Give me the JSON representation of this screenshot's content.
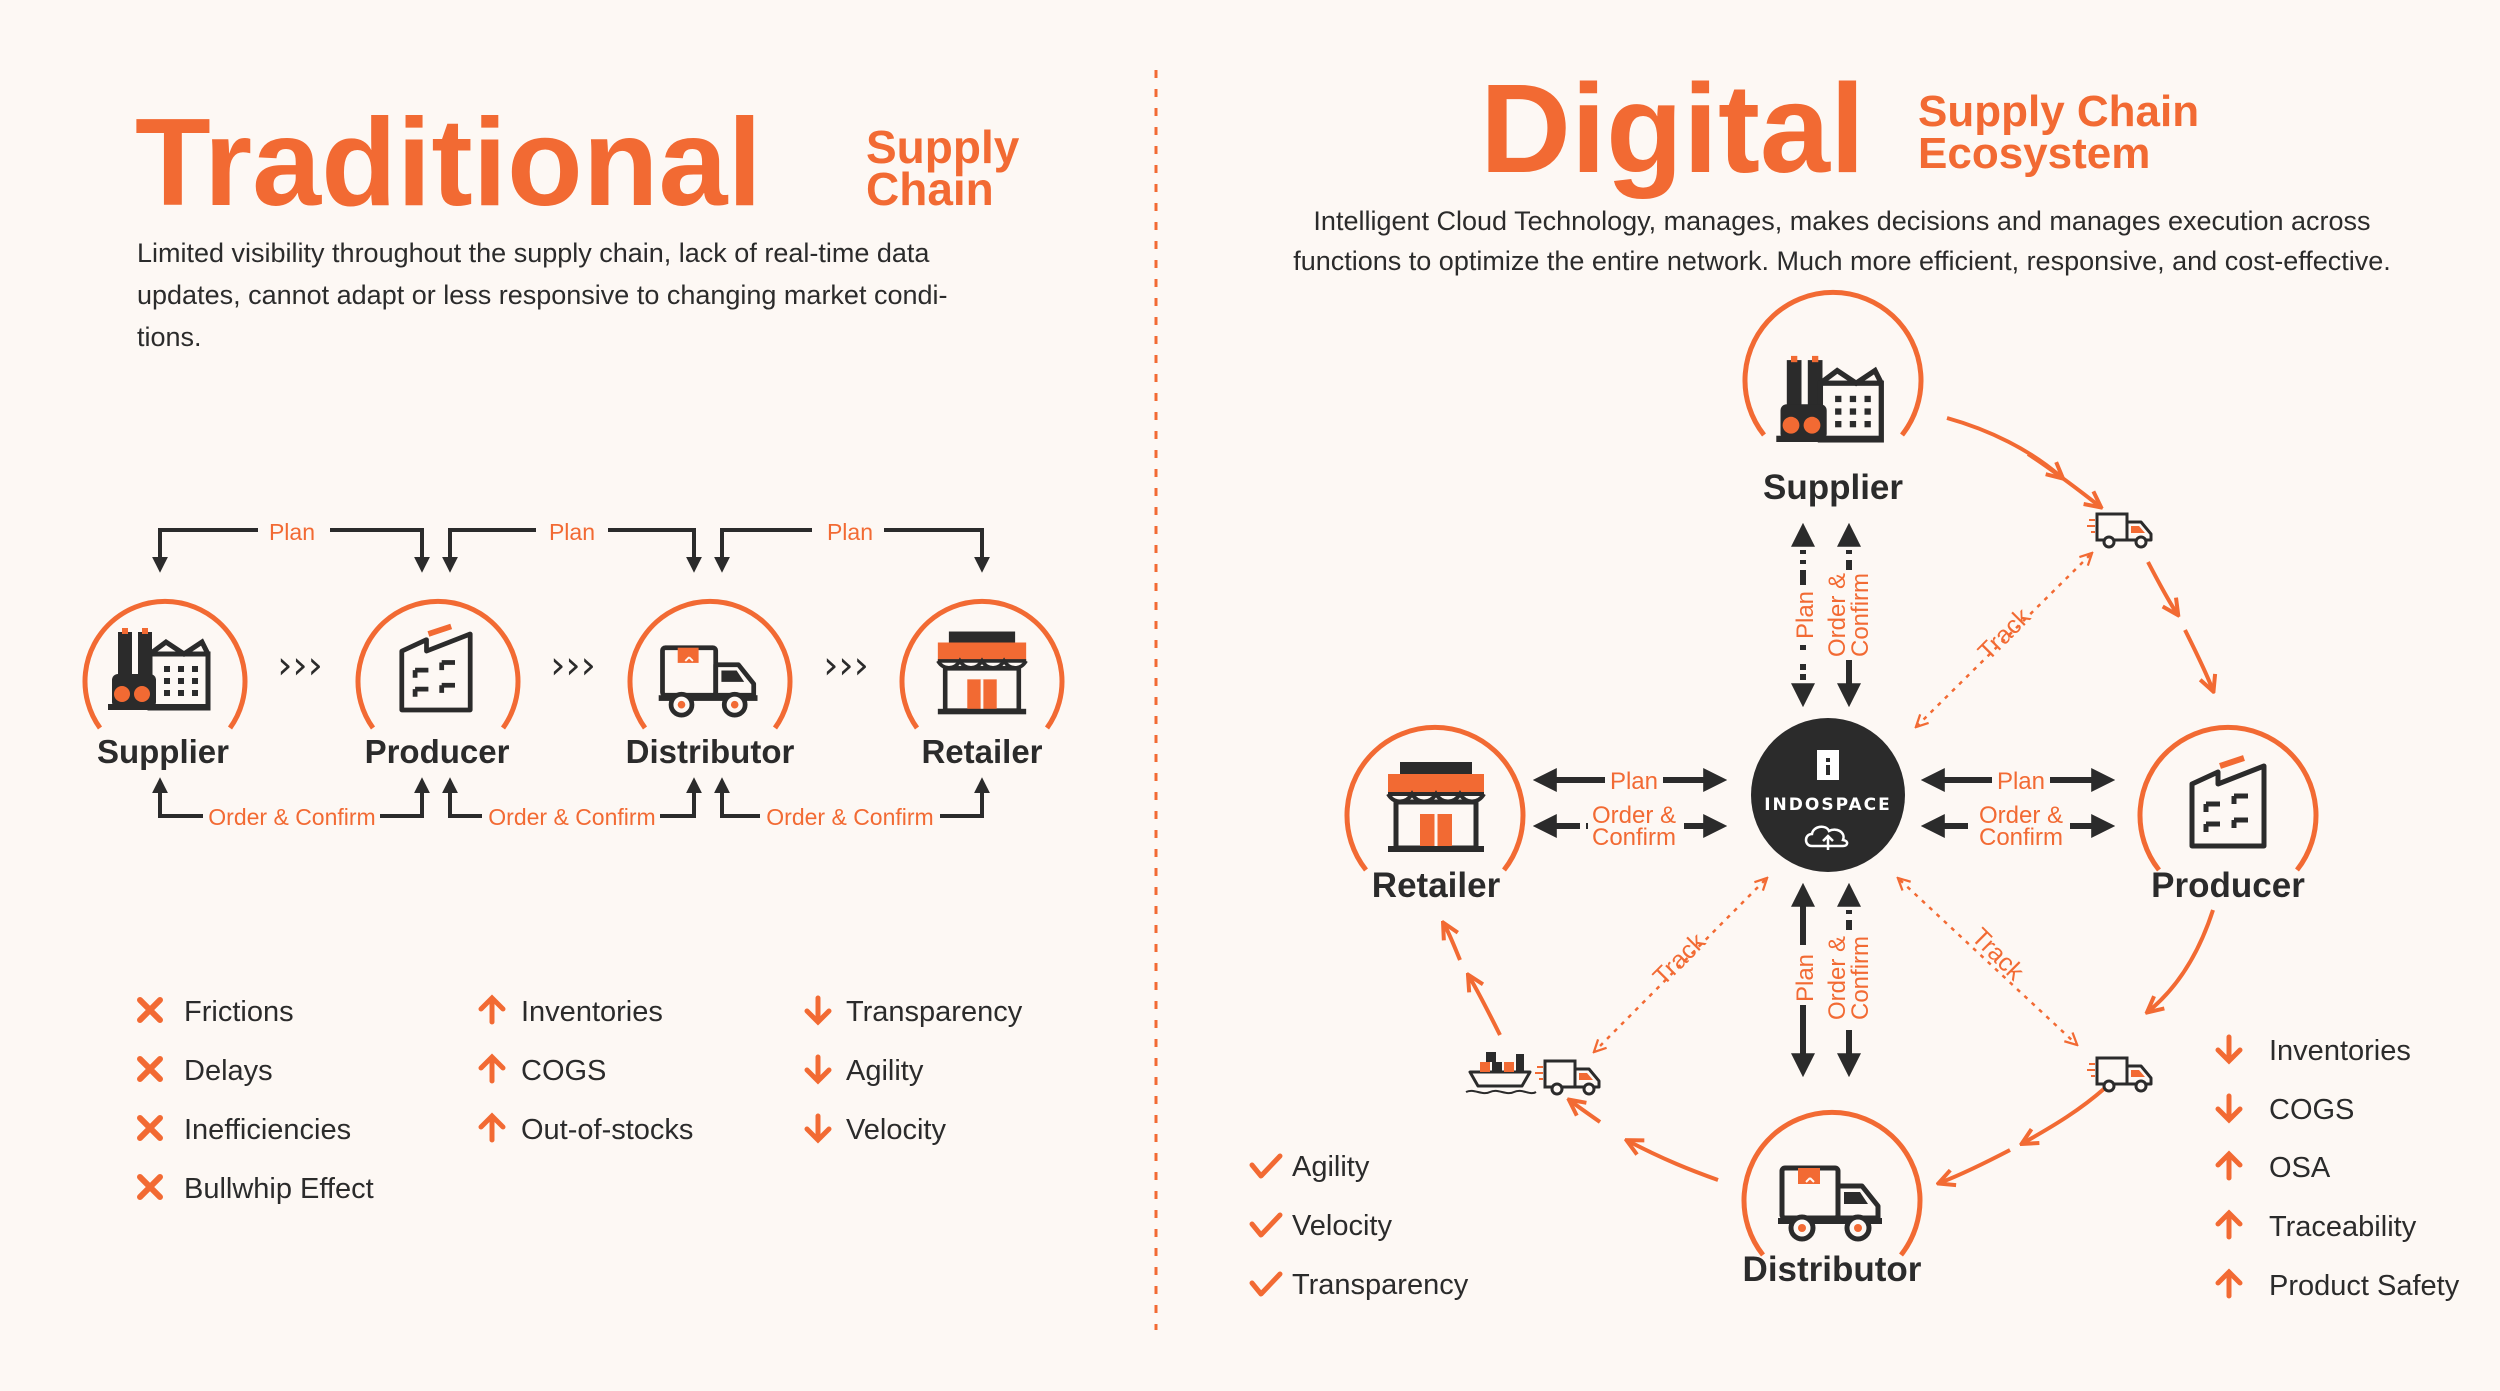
{
  "traditional": {
    "title": "Traditional",
    "subtitle_line1": "Supply",
    "subtitle_line2": "Chain",
    "desc_line1": "Limited visibility throughout the supply chain, lack of real-time data",
    "desc_line2": "updates, cannot adapt or less responsive to changing market condi-",
    "desc_line3": "tions.",
    "nodes": [
      "Supplier",
      "Producer",
      "Distributor",
      "Retailer"
    ],
    "plan_label": "Plan",
    "order_label": "Order & Confirm",
    "flow_symbol": "›››",
    "list_x": [
      "Frictions",
      "Delays",
      "Inefficiencies",
      "Bullwhip Effect"
    ],
    "list_up": [
      "Inventories",
      "COGS",
      "Out-of-stocks"
    ],
    "list_down": [
      "Transparency",
      "Agility",
      "Velocity"
    ]
  },
  "digital": {
    "title": "Digital",
    "subtitle_line1": "Supply Chain",
    "subtitle_line2": "Ecosystem",
    "desc_line1": "Intelligent Cloud Technology, manages, makes decisions and manages execution across",
    "desc_line2": "functions to optimize the entire network. Much more efficient, responsive, and cost-effective.",
    "hub_label": "INDOSPACE",
    "nodes": {
      "supplier": "Supplier",
      "producer": "Producer",
      "distributor": "Distributor",
      "retailer": "Retailer"
    },
    "plan_label": "Plan",
    "order_line1": "Order &",
    "order_line2": "Confirm",
    "track_label": "Track",
    "list_check": [
      "Agility",
      "Velocity",
      "Transparency"
    ],
    "list_down": [
      "Inventories",
      "COGS"
    ],
    "list_up": [
      "OSA",
      "Traceability",
      "Product Safety"
    ]
  },
  "colors": {
    "accent": "#f26a33",
    "dark": "#2b2b2b",
    "background": "#fdf8f4"
  },
  "icons": [
    "factory-icon",
    "building-icon",
    "truck-icon",
    "store-icon",
    "ship-icon",
    "cloud-icon",
    "x-icon",
    "arrow-up-icon",
    "arrow-down-icon",
    "check-icon"
  ]
}
